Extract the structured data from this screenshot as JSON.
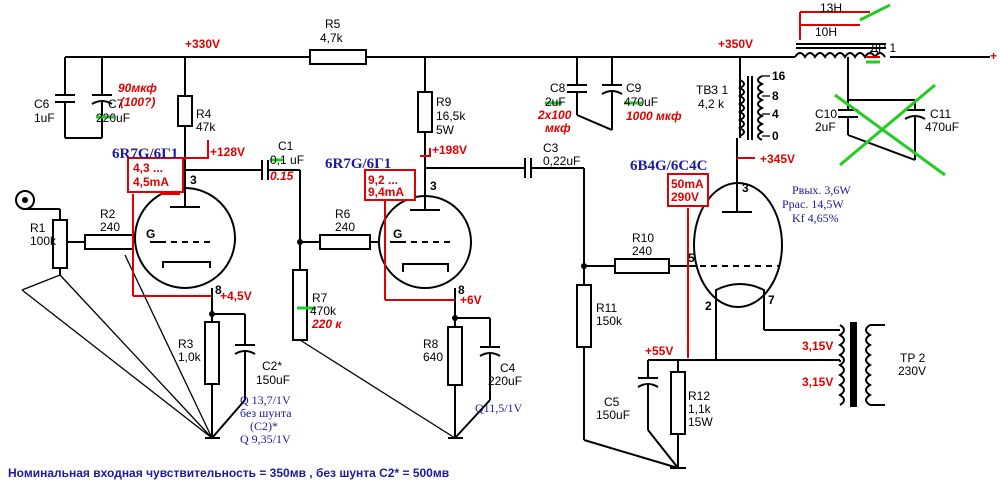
{
  "voltages": {
    "v330": "+330V",
    "v350": "+350V",
    "v128": "+128V",
    "v198": "+198V",
    "v345": "+345V",
    "v45": "+4,5V",
    "v6": "+6V",
    "v55": "+55V",
    "edge": "+"
  },
  "tubes": {
    "v1_type": "6R7G/6Г1",
    "v2_type": "6R7G/6Г1",
    "v3_type": "6B4G/6C4C",
    "v1_box": [
      "4,3 ...",
      "4,5mA"
    ],
    "v2_box": [
      "9,2 ...",
      "9,4mA"
    ],
    "v3_box": [
      "50mA",
      "290V"
    ],
    "v3_specs": [
      "Pвых. 3,6W",
      "Pрас. 14,5W",
      "Kf 4,65%"
    ]
  },
  "pins": {
    "v1_anode": "3",
    "v1_cathode": "8",
    "v1_grid": "G",
    "v2_anode": "3",
    "v2_cathode": "8",
    "v2_grid": "G",
    "v3_anode": "3",
    "v3_grid": "5",
    "v3_f1": "2",
    "v3_f2": "7"
  },
  "components": {
    "r1": [
      "R1",
      "100k"
    ],
    "r2": [
      "R2",
      "240"
    ],
    "r3": [
      "R3",
      "1,0k"
    ],
    "r4": [
      "R4",
      "47k"
    ],
    "r5": [
      "R5",
      "4,7k"
    ],
    "r6": [
      "R6",
      "240"
    ],
    "r7": [
      "R7",
      "470k"
    ],
    "r7_new": "220 к",
    "r8": [
      "R8",
      "640"
    ],
    "r9": [
      "R9",
      "16,5k",
      "5W"
    ],
    "r10": [
      "R10",
      "240"
    ],
    "r11": [
      "R11",
      "150k"
    ],
    "r12": [
      "R12",
      "1,1k",
      "15W"
    ],
    "c1": [
      "C1",
      "0,1 uF"
    ],
    "c1_new": "0.15",
    "c2": [
      "C2*",
      "150uF"
    ],
    "c3": [
      "C3",
      "0,22uF"
    ],
    "c4": [
      "C4",
      "220uF"
    ],
    "c5": [
      "C5",
      "150uF"
    ],
    "c6": [
      "C6",
      "1uF"
    ],
    "c7": [
      "C7",
      "220uF"
    ],
    "c7_new": [
      "90мкф",
      "(100?)"
    ],
    "c8": [
      "C8",
      "2uF"
    ],
    "c8_new": [
      "2x100",
      "мкф"
    ],
    "c9": [
      "C9",
      "470uF"
    ],
    "c9_new": "1000 мкф",
    "c10": [
      "C10",
      "2uF"
    ],
    "c11": [
      "C11",
      "470uF"
    ],
    "tvz": [
      "ТВЗ 1",
      "4,2 k"
    ],
    "tvz_taps": [
      "16",
      "8",
      "4",
      "0"
    ],
    "dr": [
      "13Н",
      "10Н",
      "ДР 1"
    ],
    "tr2": [
      "ТР 2",
      "230V"
    ],
    "heater1": "3,15V",
    "heater2": "3,15V"
  },
  "notes": {
    "q1": [
      "Q 13,7/1V",
      "без шунта",
      "(C2)*",
      "Q 9,35/1V"
    ],
    "q2": "Q11,5/1V",
    "bottom": "Номинальная входная чувствительность = 350мв , без шунта С2* = 500мв"
  },
  "colors": {
    "wire": "#000000",
    "correction": "#e00000",
    "strike": "#22cc22",
    "annotation": "#1a1aa0"
  }
}
